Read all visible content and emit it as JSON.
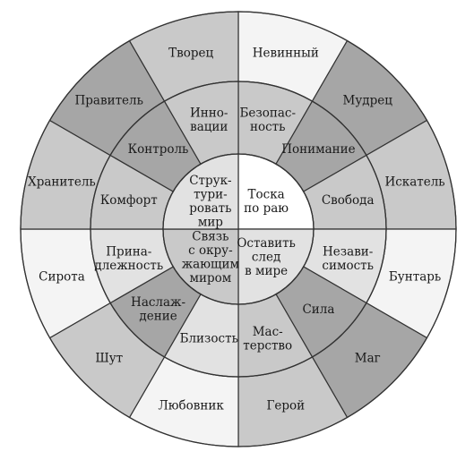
{
  "colors": {
    "light": "#f4f4f4",
    "pale": "#e2e2e2",
    "mid": "#c9c9c9",
    "dark": "#a6a6a6",
    "white": "#ffffff"
  },
  "outer_ring": [
    {
      "label": "Невинный",
      "tone": "light"
    },
    {
      "label": "Мудрец",
      "tone": "dark"
    },
    {
      "label": "Искатель",
      "tone": "mid"
    },
    {
      "label": "Бунтарь",
      "tone": "light"
    },
    {
      "label": "Маг",
      "tone": "dark"
    },
    {
      "label": "Герой",
      "tone": "mid"
    },
    {
      "label": "Любовник",
      "tone": "light"
    },
    {
      "label": "Шут",
      "tone": "mid"
    },
    {
      "label": "Сирота",
      "tone": "light"
    },
    {
      "label": "Хранитель",
      "tone": "mid"
    },
    {
      "label": "Правитель",
      "tone": "dark"
    },
    {
      "label": "Творец",
      "tone": "mid"
    }
  ],
  "middle_ring": [
    {
      "label": "Безопас-\nность",
      "tone": "mid"
    },
    {
      "label": "Понимание",
      "tone": "dark"
    },
    {
      "label": "Свобода",
      "tone": "mid"
    },
    {
      "label": "Незави-\nсимость",
      "tone": "pale"
    },
    {
      "label": "Сила",
      "tone": "dark"
    },
    {
      "label": "Мас-\nтерство",
      "tone": "mid"
    },
    {
      "label": "Близость",
      "tone": "pale"
    },
    {
      "label": "Наслаж-\nдение",
      "tone": "dark"
    },
    {
      "label": "Прина-\nдлежность",
      "tone": "pale"
    },
    {
      "label": "Комфорт",
      "tone": "mid"
    },
    {
      "label": "Контроль",
      "tone": "dark"
    },
    {
      "label": "Инно-\nвации",
      "tone": "mid"
    }
  ],
  "inner_circle": [
    {
      "label": "Тоска\nпо раю",
      "tone": "white"
    },
    {
      "label": "Оставить\nслед\nв мире",
      "tone": "pale"
    },
    {
      "label": "Связь\nс окру-\nжающим\nмиром",
      "tone": "mid"
    },
    {
      "label": "Струк-\nтури-\nровать\nмир",
      "tone": "pale"
    }
  ]
}
